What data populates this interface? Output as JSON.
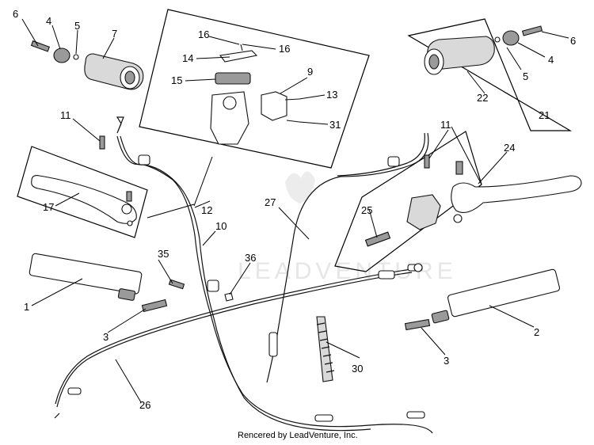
{
  "watermark": "LEADVENTURE",
  "footer": "Rencered by LeadVenture, Inc.",
  "callouts": {
    "c1": "1",
    "c2": "2",
    "c3a": "3",
    "c3b": "3",
    "c4a": "4",
    "c4b": "4",
    "c5a": "5",
    "c5b": "5",
    "c6a": "6",
    "c6b": "6",
    "c7": "7",
    "c9": "9",
    "c10": "10",
    "c11a": "11",
    "c11b": "11",
    "c12": "12",
    "c13": "13",
    "c14": "14",
    "c15": "15",
    "c16a": "16",
    "c16b": "16",
    "c17": "17",
    "c21": "21",
    "c22": "22",
    "c24": "24",
    "c25": "25",
    "c26": "26",
    "c27": "27",
    "c30": "30",
    "c31": "31",
    "c35": "35",
    "c36": "36"
  }
}
